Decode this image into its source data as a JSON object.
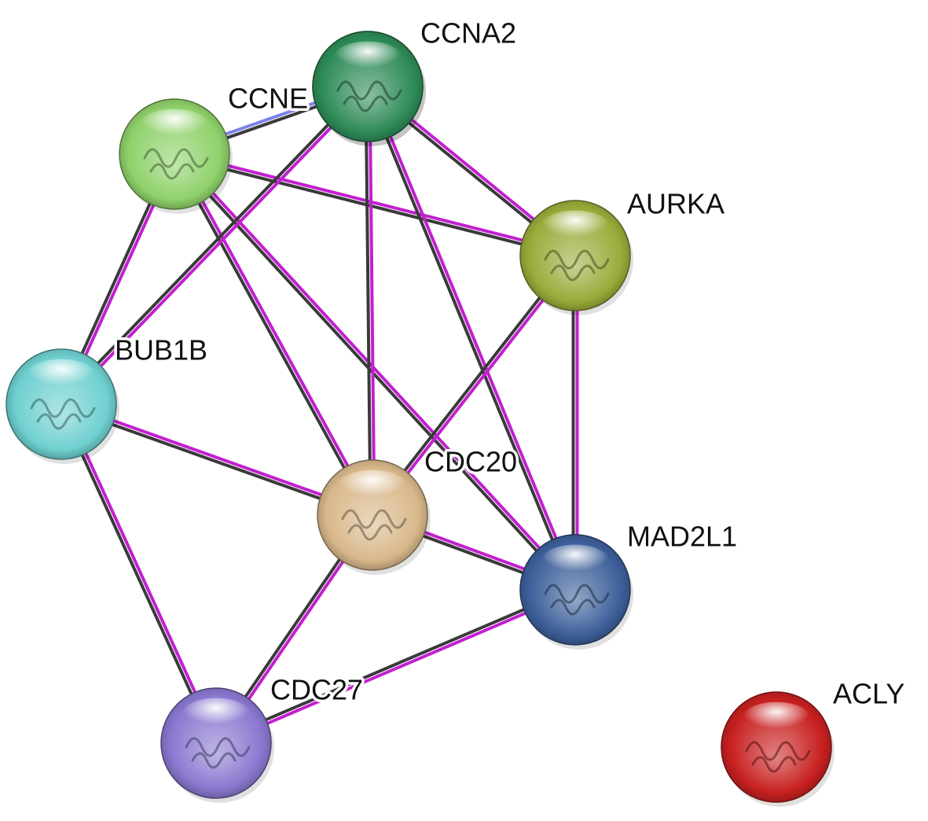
{
  "network": {
    "nodes": [
      {
        "id": "CCNA2",
        "label": "CCNA2",
        "color": "#2e8b57"
      },
      {
        "id": "CCNB1",
        "label": "CCNE",
        "color": "#8fd16a"
      },
      {
        "id": "AURKA",
        "label": "AURKA",
        "color": "#9aab3a"
      },
      {
        "id": "BUB1B",
        "label": "BUB1B",
        "color": "#6fd0d0"
      },
      {
        "id": "CDC20",
        "label": "CDC20",
        "color": "#d8b88a"
      },
      {
        "id": "MAD2L1",
        "label": "MAD2L1",
        "color": "#3d5f9a"
      },
      {
        "id": "CDC27",
        "label": "CDC27",
        "color": "#8a78d0"
      },
      {
        "id": "ACLY",
        "label": "ACLY",
        "color": "#c82020"
      }
    ],
    "edges": [
      {
        "source": "CCNB1",
        "target": "CCNA2",
        "evidence": [
          "blue",
          "black"
        ]
      },
      {
        "source": "CCNB1",
        "target": "AURKA",
        "evidence": [
          "magenta",
          "black"
        ]
      },
      {
        "source": "CCNB1",
        "target": "BUB1B",
        "evidence": [
          "magenta",
          "black"
        ]
      },
      {
        "source": "CCNB1",
        "target": "CDC20",
        "evidence": [
          "magenta",
          "black"
        ]
      },
      {
        "source": "CCNB1",
        "target": "MAD2L1",
        "evidence": [
          "magenta",
          "black"
        ]
      },
      {
        "source": "CCNA2",
        "target": "AURKA",
        "evidence": [
          "magenta",
          "black"
        ]
      },
      {
        "source": "CCNA2",
        "target": "BUB1B",
        "evidence": [
          "magenta",
          "black"
        ]
      },
      {
        "source": "CCNA2",
        "target": "CDC20",
        "evidence": [
          "magenta",
          "black"
        ]
      },
      {
        "source": "CCNA2",
        "target": "MAD2L1",
        "evidence": [
          "magenta",
          "black"
        ]
      },
      {
        "source": "AURKA",
        "target": "CDC20",
        "evidence": [
          "magenta",
          "black"
        ]
      },
      {
        "source": "AURKA",
        "target": "MAD2L1",
        "evidence": [
          "magenta",
          "black"
        ]
      },
      {
        "source": "BUB1B",
        "target": "CDC20",
        "evidence": [
          "magenta",
          "black"
        ]
      },
      {
        "source": "BUB1B",
        "target": "CDC27",
        "evidence": [
          "magenta",
          "black"
        ]
      },
      {
        "source": "CDC20",
        "target": "MAD2L1",
        "evidence": [
          "magenta",
          "black"
        ]
      },
      {
        "source": "CDC20",
        "target": "CDC27",
        "evidence": [
          "magenta",
          "black"
        ]
      },
      {
        "source": "MAD2L1",
        "target": "CDC27",
        "evidence": [
          "magenta",
          "black"
        ]
      }
    ],
    "evidence_colors": {
      "magenta": "#c21fd0",
      "black": "#3a3a3a",
      "blue": "#7b83e8"
    }
  }
}
